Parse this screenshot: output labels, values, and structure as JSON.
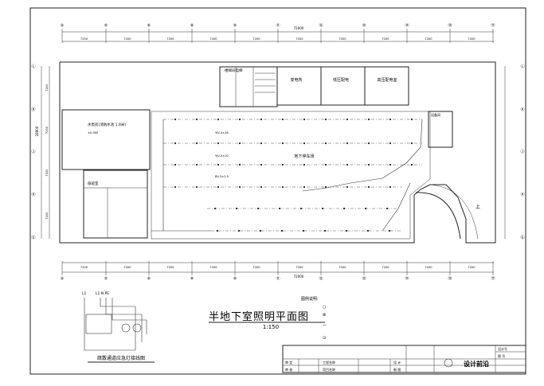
{
  "plan": {
    "title": "半地下室照明平面图",
    "scale": "1:150"
  },
  "axes": {
    "columns": [
      "④",
      "⑤",
      "⑥",
      "⑧",
      "⑨",
      "⑪",
      "⑫",
      "⑬",
      "⑭",
      "⑮",
      "⑰"
    ],
    "rows": [
      "Ⓛ",
      "Ⓚ",
      "Ⓙ",
      "Ⓗ",
      "Ⓖ"
    ]
  },
  "dimensions": {
    "top": [
      "7250",
      "7200",
      "7200",
      "7200",
      "7200",
      "7200",
      "7200",
      "7200",
      "7200",
      "7200"
    ],
    "top_total": "72000",
    "bottom": [
      "7200",
      "7200",
      "7200",
      "7200",
      "7200",
      "7200",
      "7200",
      "7200",
      "7200",
      "7200"
    ],
    "bottom_total": "72000",
    "left": [
      "7200",
      "7200",
      "7200",
      "7200"
    ],
    "left_total": "28800"
  },
  "rooms": {
    "r1": "楼梯间电梯",
    "r2": "变电所",
    "r3": "低压配电",
    "r4": "高压配电室",
    "r5": "水泵房(消防水池 1.8米)",
    "r6": "地下停车场",
    "r7": "值班室",
    "r8": "设备间",
    "ramp_label": "上"
  },
  "annotations": {
    "a1": "YJV-4×16",
    "a2": "YJV-5×10",
    "a3": "BV-3×2.5",
    "a4": "±0.000"
  },
  "legend": {
    "title": "图例说明:",
    "items": [
      "○",
      "⊗",
      "—",
      "⊙"
    ]
  },
  "wiring_diagram": {
    "label_top1": "L1",
    "label_top2": "L1 N PE",
    "title": "疏散通道应急灯接线图"
  },
  "title_block": {
    "row1": [
      "审 定",
      "",
      "工程名称",
      "",
      "设 计",
      "",
      "",
      "设计号"
    ],
    "row2": [
      "审 核",
      "",
      "项目名称",
      "",
      "制 图",
      "",
      "",
      "图 号"
    ],
    "stamp": "设计前沿"
  }
}
